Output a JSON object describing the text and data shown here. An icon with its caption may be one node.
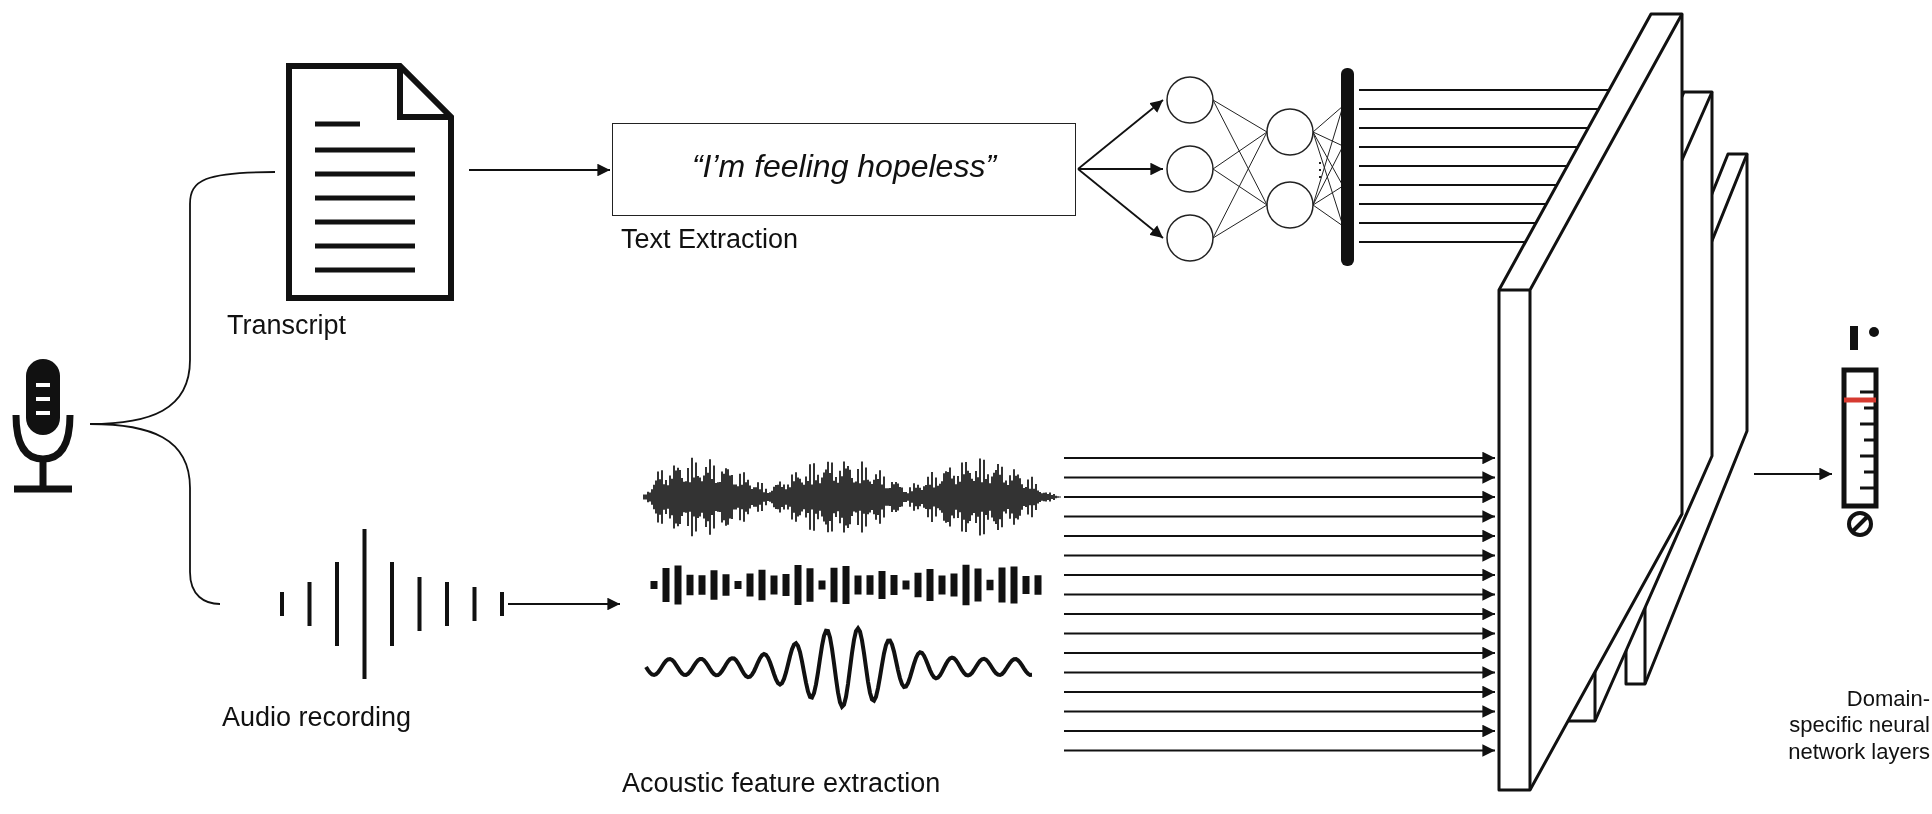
{
  "diagram": {
    "nodes": [
      {
        "text": [],
        "shape": "picture"
      },
      {
        "text": [
          "Transcript"
        ]
      },
      {
        "text": [
          "“I’m feeling hopeless”"
        ],
        "beside": [
          "Text Extraction"
        ]
      },
      {
        "text": [],
        "shape": "picture"
      },
      {
        "text": [
          "Audio recording"
        ]
      },
      {
        "text": [
          "Acoustic feature extraction"
        ]
      },
      {
        "text": [
          "Domain-specific neural network layers"
        ]
      },
      {
        "text": [],
        "shape": "picture"
      }
    ],
    "edges": [
      {
        "from": 0,
        "to": 1,
        "arrow": "none"
      },
      {
        "from": 0,
        "to": 4,
        "arrow": "none"
      },
      {
        "from": 1,
        "to": 2,
        "arrow": "to"
      },
      {
        "from": 2,
        "to": 3,
        "arrow": "to"
      },
      {
        "from": 3,
        "to": 6,
        "arrow": "to"
      },
      {
        "from": 4,
        "to": 5,
        "arrow": "to"
      },
      {
        "from": 5,
        "to": 6,
        "arrow": "to"
      },
      {
        "from": 6,
        "to": 7,
        "arrow": "to"
      }
    ]
  }
}
